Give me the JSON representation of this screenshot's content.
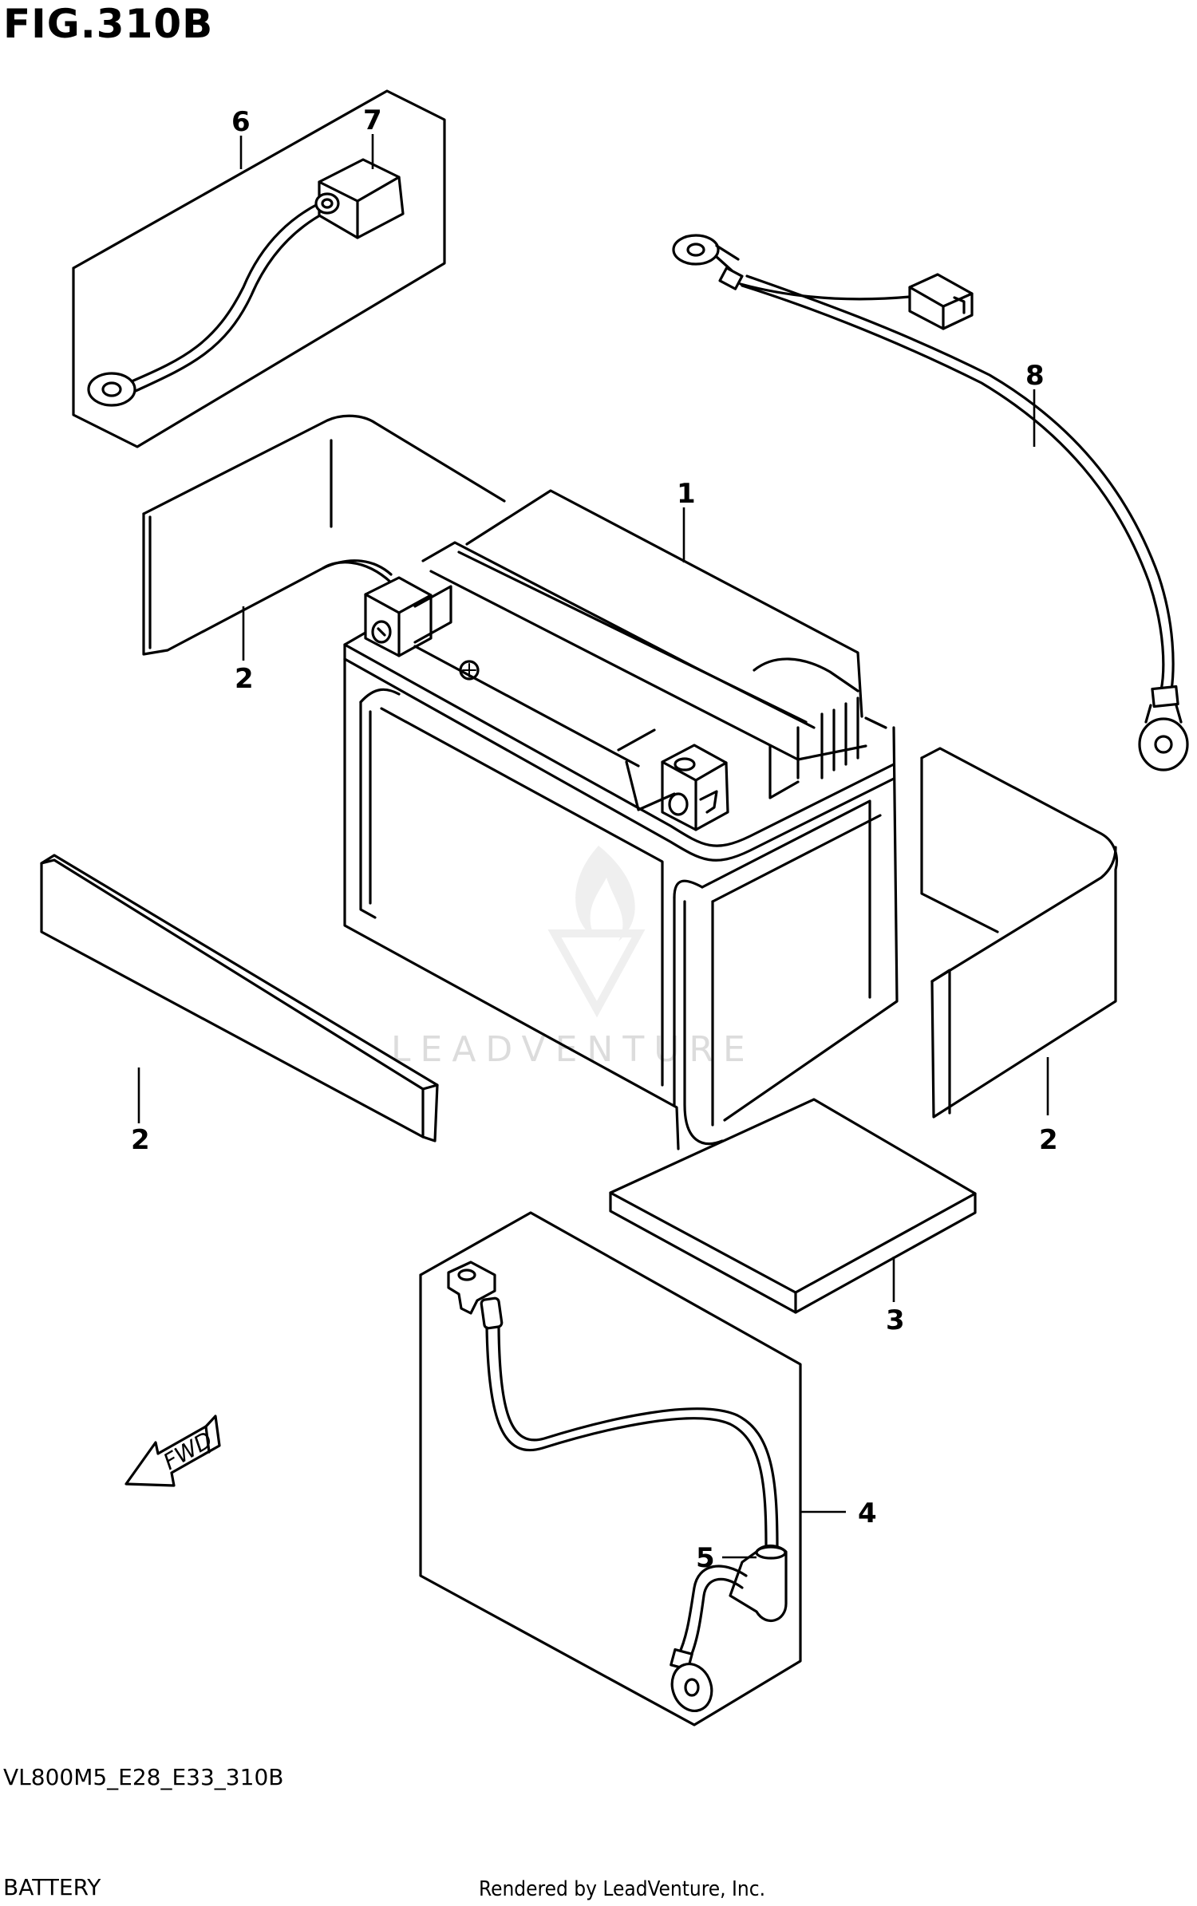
{
  "figure": {
    "title": "FIG.310B",
    "code": "VL800M5_E28_E33_310B",
    "name": "BATTERY",
    "rendered_by": "Rendered by LeadVenture, Inc.",
    "watermark": "LEADVENTURE",
    "fwd_label": "FWD"
  },
  "callouts": [
    {
      "id": "1",
      "label": "1"
    },
    {
      "id": "2a",
      "label": "2"
    },
    {
      "id": "2b",
      "label": "2"
    },
    {
      "id": "2c",
      "label": "2"
    },
    {
      "id": "3",
      "label": "3"
    },
    {
      "id": "4",
      "label": "4"
    },
    {
      "id": "5",
      "label": "5"
    },
    {
      "id": "6",
      "label": "6"
    },
    {
      "id": "7",
      "label": "7"
    },
    {
      "id": "8",
      "label": "8"
    }
  ]
}
